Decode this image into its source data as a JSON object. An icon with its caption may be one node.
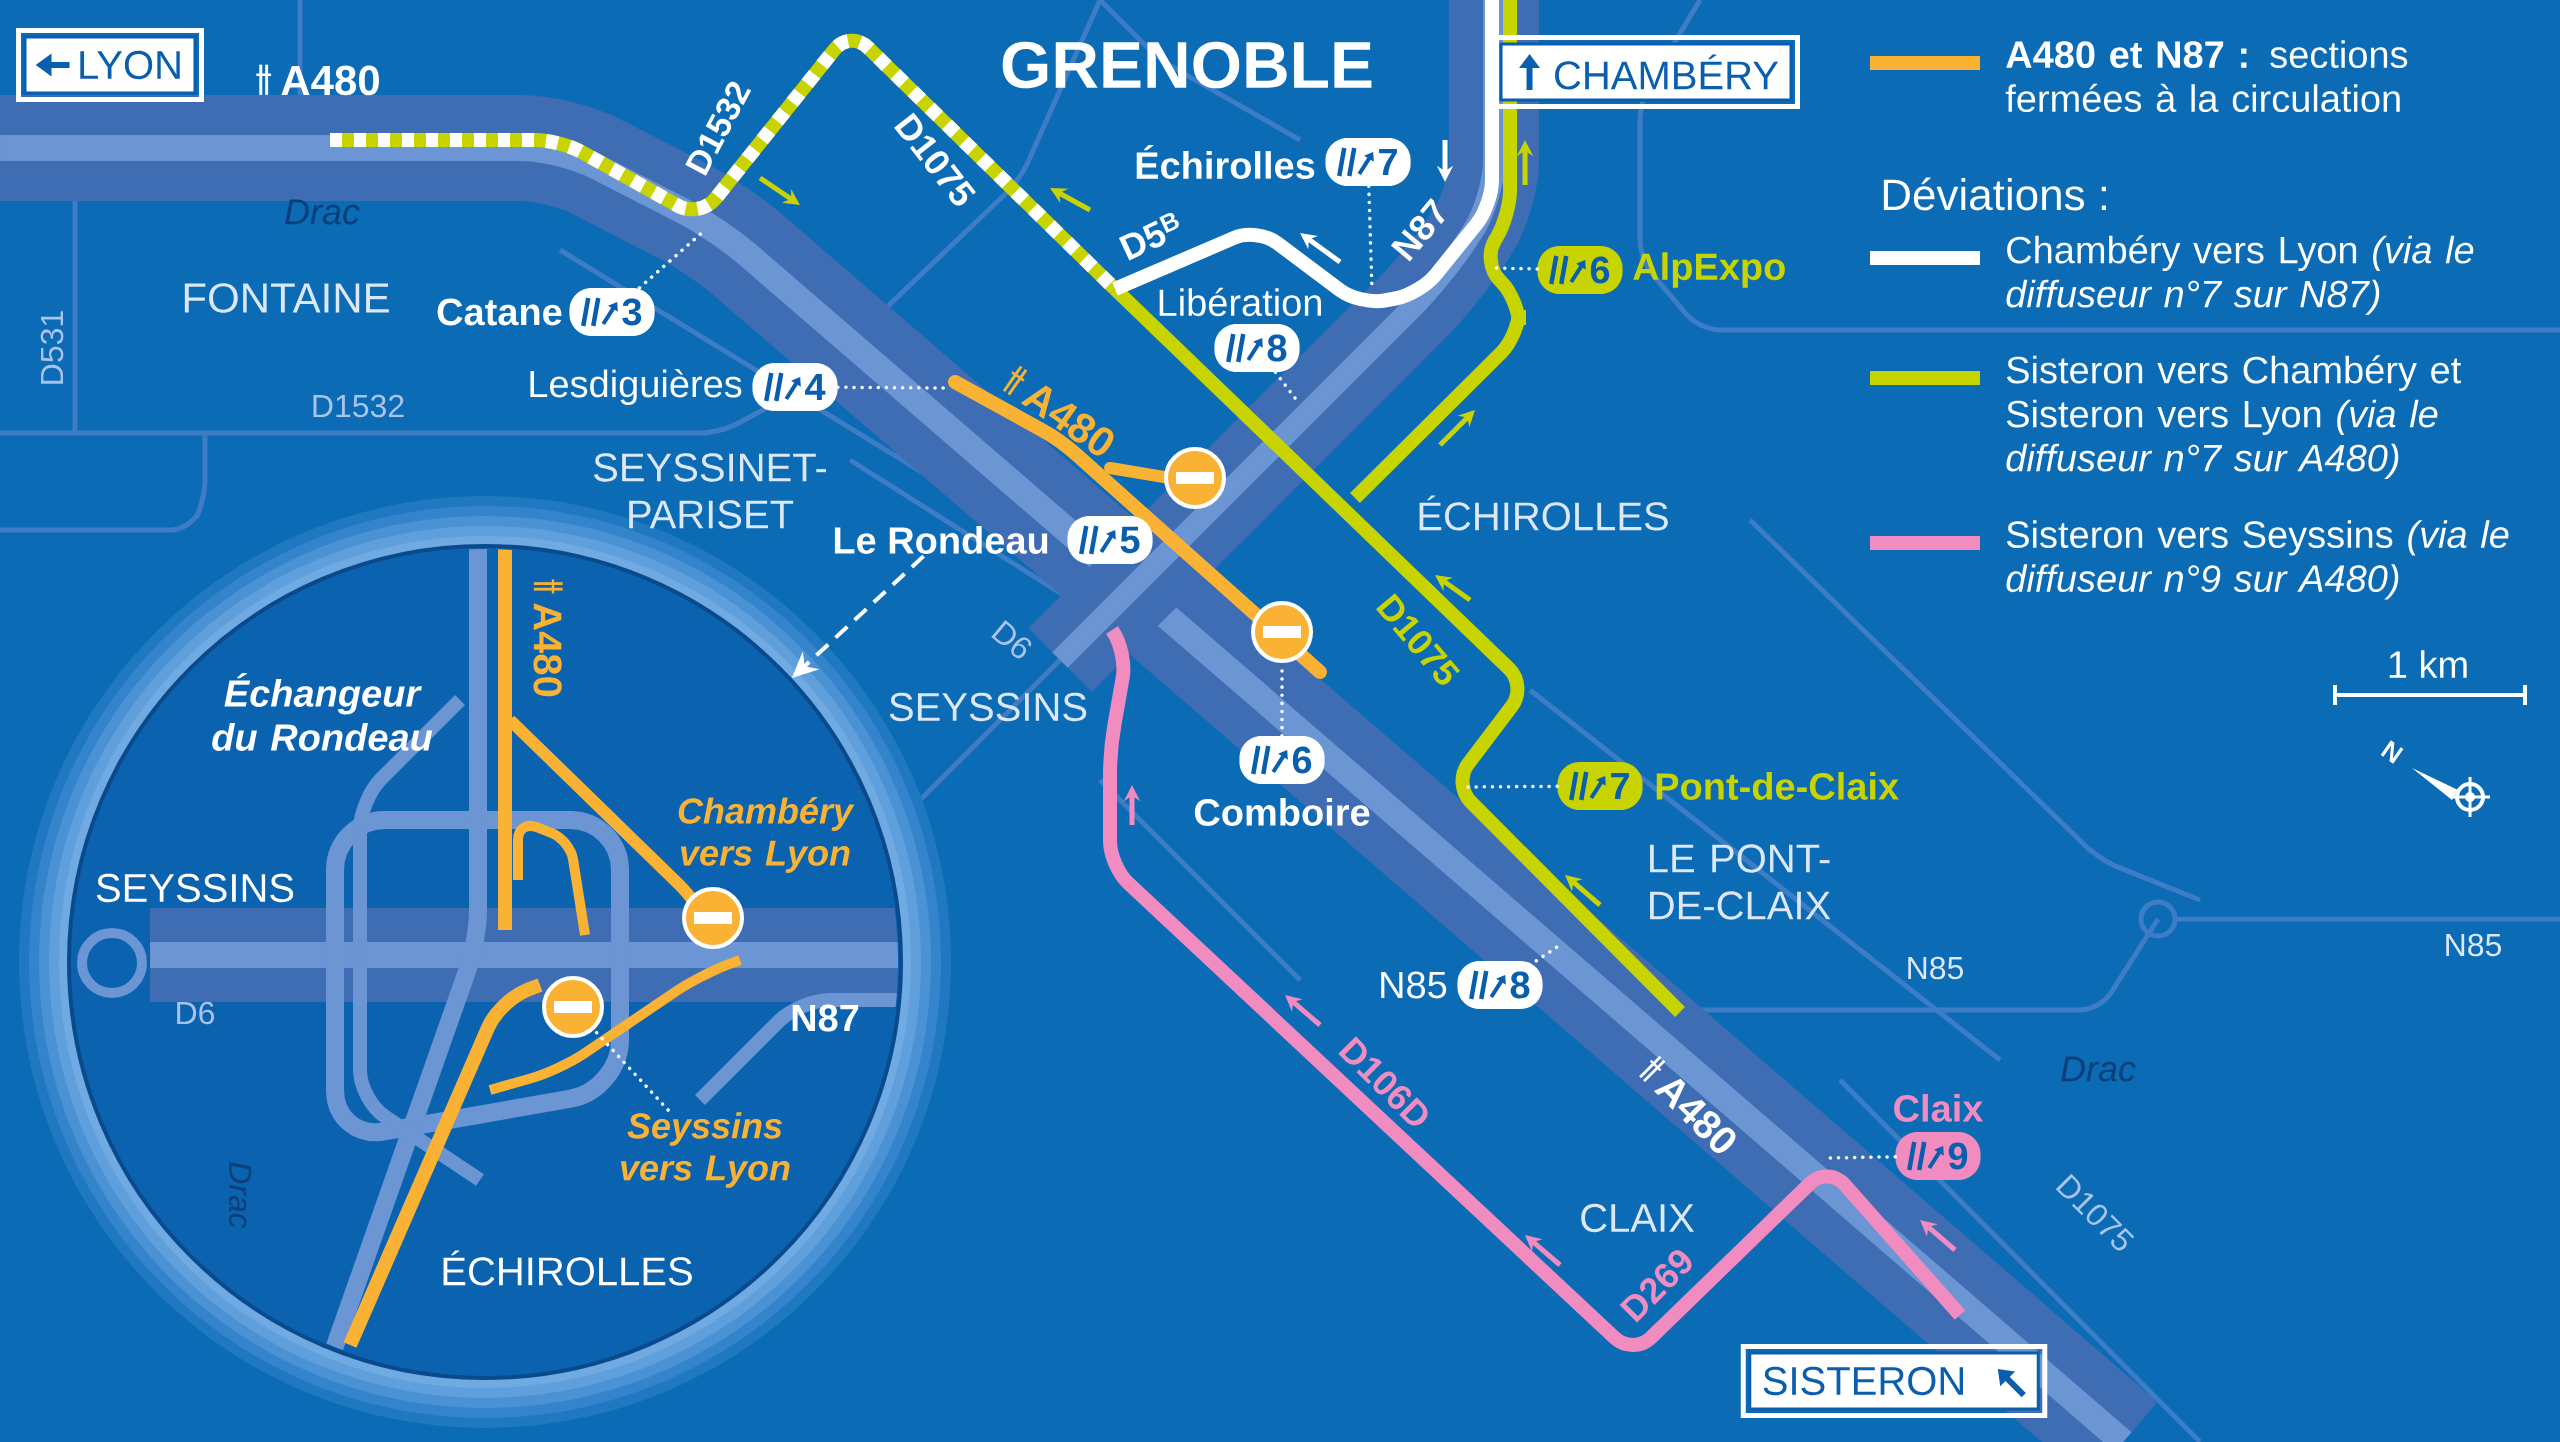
{
  "diagram": {
    "title": "GRENOBLE",
    "nodes": [
      {
        "text": [
          "LYON"
        ]
      },
      {
        "text": [
          "CHAMBÉRY"
        ]
      },
      {
        "text": [
          "3"
        ],
        "beside": [
          "Catane"
        ]
      },
      {
        "text": [
          "7"
        ],
        "beside": [
          "Échirolles"
        ]
      },
      {
        "text": [
          "6"
        ],
        "beside": [
          "AlpExpo"
        ]
      },
      {
        "text": [
          "8"
        ],
        "beside": [
          "Libération"
        ]
      },
      {
        "text": [
          "4"
        ],
        "beside": [
          "Lesdiguières"
        ]
      },
      {
        "text": [
          "5"
        ],
        "beside": [
          "Le Rondeau"
        ]
      },
      {
        "text": [],
        "shape": "circle"
      },
      {
        "text": [],
        "shape": "circle"
      },
      {
        "text": [
          "6"
        ],
        "beside": [
          "Comboire"
        ]
      },
      {
        "text": [
          "7"
        ],
        "beside": [
          "Pont-de-Claix"
        ]
      },
      {
        "text": [
          "8"
        ],
        "beside": [
          "N85"
        ]
      },
      {
        "text": [
          "9"
        ],
        "beside": [
          "Claix"
        ]
      },
      {
        "text": [
          "SISTERON"
        ]
      },
      {
        "text": [
          "Échangeur du Rondeau",
          "SEYSSINS",
          "A480",
          "Chambéry vers Lyon",
          "D6",
          "N87",
          "Drac",
          "ÉCHIROLLES"
        ]
      },
      {
        "text": [],
        "shape": "circle",
        "in": 15
      },
      {
        "text": [],
        "shape": "circle",
        "in": 15
      },
      {
        "text": [
          "Seyssins vers Lyon"
        ],
        "in": 15
      }
    ],
    "edges": [
      {
        "from": 2,
        "to": null,
        "arrow": "none"
      },
      {
        "from": 3,
        "to": null,
        "arrow": "none"
      },
      {
        "from": 4,
        "to": null,
        "arrow": "none"
      },
      {
        "from": 5,
        "to": null,
        "arrow": "none"
      },
      {
        "from": 6,
        "to": null,
        "arrow": "none"
      },
      {
        "from": 7,
        "to": 15,
        "arrow": "to",
        "style": "dashed"
      },
      {
        "from": 10,
        "to": 9,
        "arrow": "none"
      },
      {
        "from": 11,
        "to": null,
        "arrow": "none"
      },
      {
        "from": 12,
        "to": null,
        "arrow": "none"
      },
      {
        "from": 13,
        "to": null,
        "arrow": "none"
      },
      {
        "from": 18,
        "to": 17,
        "arrow": "none"
      }
    ],
    "labels": [
      "A480",
      "D1532",
      "D1075",
      "Drac",
      "FONTAINE",
      "D531",
      "D5$^{B}$",
      "N87",
      "D1532",
      "A480",
      "SEYSSINET-PARISET",
      "ÉCHIROLLES",
      "D6",
      "D1075",
      "SEYSSINS",
      "LE PONT-DE-CLAIX",
      "N85",
      "N85",
      "Drac",
      "D106D",
      "A480",
      "CLAIX",
      "D269",
      "D1075",
      "Déviations :",
      "1 km",
      "N"
    ],
    "legend": [
      {
        "text": "**A480 et N87 :** sections fermées à la circulation",
        "color": "#f9b233"
      },
      {
        "text": "Chambéry vers Lyon *(via le diffuseur n°7 sur N87)*",
        "color": "#ffffff"
      },
      {
        "text": "Sisteron vers Chambéry et Sisteron vers Lyon *(via le diffuseur n°7 sur A480)*",
        "color": "#c8d400"
      },
      {
        "text": "Sisteron vers Seyssins *(via le diffuseur n°9 sur A480)*",
        "color": "#f08cbf"
      }
    ]
  }
}
